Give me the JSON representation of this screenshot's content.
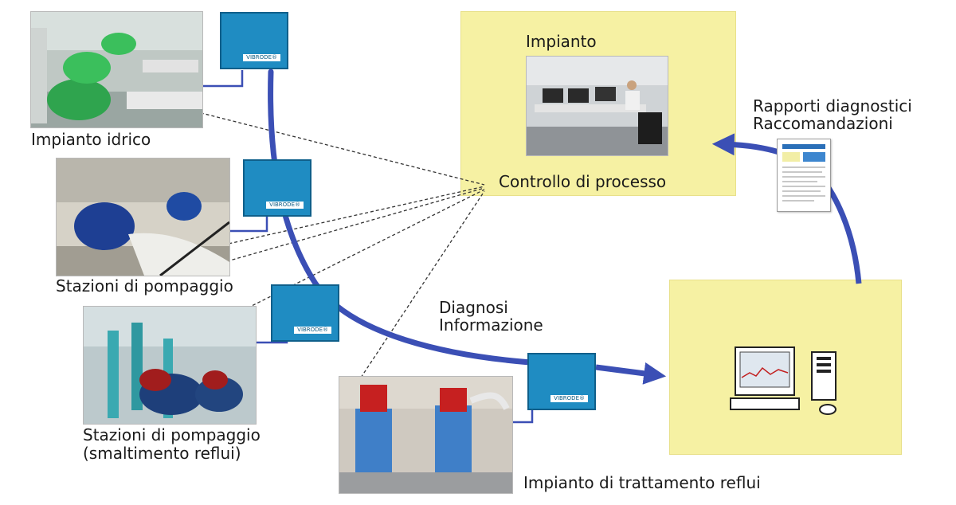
{
  "labels": {
    "water_plant": "Impianto idrico",
    "pumping_stations": "Stazioni di pompaggio",
    "pumping_waste_line1": "Stazioni di pompaggio",
    "pumping_waste_line2": "(smaltimento reflui)",
    "treatment_plant": "Impianto di trattamento reflui",
    "control_plant": "Impianto",
    "process_control": "Controllo di processo",
    "reports_line1": "Rapporti diagnostici",
    "reports_line2": "Raccomandazioni",
    "diagnosis_line1": "Diagnosi",
    "diagnosis_line2": "Informazione"
  },
  "device_brand": "VIBRODE®",
  "colors": {
    "panel": "#f6f1a3",
    "device": "#1f8cc2",
    "arrow": "#3b4fb5"
  },
  "icons": {
    "monitoring_station": "computer-icon",
    "report": "document-icon"
  }
}
